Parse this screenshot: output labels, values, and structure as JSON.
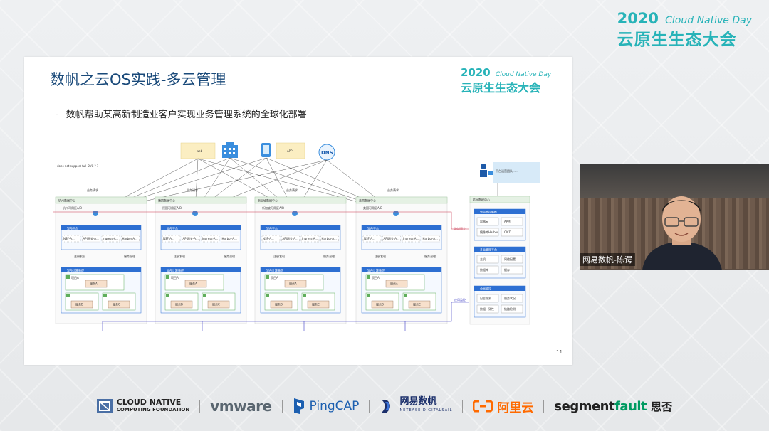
{
  "event": {
    "year": "2020",
    "subtitle_en": "Cloud Native Day",
    "title_cn": "云原生生态大会"
  },
  "slide": {
    "title": "数帆之云OS实践-多云管理",
    "bullet": "数帆帮助某高新制造业客户实现业务管理系统的全球化部署",
    "page_number": "11",
    "logo": {
      "year": "2020",
      "subtitle_en": "Cloud Native Day",
      "title_cn": "云原生生态大会"
    },
    "diagram": {
      "top_nodes": [
        "web",
        "APP",
        "DNS"
      ],
      "note": "does not support full DVC ? ?",
      "operator_label": "平台运营团队……",
      "regions": [
        {
          "title": "杭州数据中心",
          "req": "业务请求",
          "zone": "杭州可用区A/B"
        },
        {
          "title": "德国数据中心",
          "req": "业务请求",
          "zone": "德国可用区A/B"
        },
        {
          "title": "新加坡数据中心",
          "req": "业务请求",
          "zone": "新加坡可用区A/B"
        },
        {
          "title": "美国数据中心",
          "req": "业务请求",
          "zone": "美国可用区A/B"
        }
      ],
      "platform_label": "轻舟平台",
      "components": [
        "NSF-A...",
        "API网关-A...",
        "Ingress-A...",
        "Harbor-A..."
      ],
      "cluster_label": "轻舟计算集群",
      "pod_labels": [
        "项目A",
        "服务A",
        "服务B",
        "服务C"
      ],
      "side_flows": [
        "注册发现",
        "服务治理",
        "跨域同步",
        "应用监控"
      ],
      "mgmt": {
        "title": "杭州数据中心",
        "panels": [
          {
            "title": "轻舟管控集群",
            "items": [
              "容器云",
              "APM",
              "镜像库Harbor",
              "CICD"
            ]
          },
          {
            "title": "多云管理平台",
            "items": [
              "主机",
              "网络配置",
              "数据库",
              "缓存"
            ]
          },
          {
            "title": "全局监控",
            "items": [
              "日志搜索",
              "服务状况",
              "数据一致性",
              "链路检测"
            ]
          }
        ]
      }
    }
  },
  "speaker": {
    "name_tag": "网易数帆-陈谔"
  },
  "sponsors": {
    "cncf_line1": "CLOUD NATIVE",
    "cncf_line2": "COMPUTING FOUNDATION",
    "vmware": "vmware",
    "pingcap": "PingCAP",
    "netease_cn": "网易数帆",
    "netease_en": "NETEASE DIGITALSAIL",
    "aliyun": "阿里云",
    "segment_a": "segment",
    "segment_b": "fault",
    "sifou": "思否"
  },
  "colors": {
    "accent": "#27b3b8",
    "title_blue": "#1a4a7a",
    "panel_blue": "#2d6fd2",
    "region_green": "#5fae5b",
    "aliyun_orange": "#ff6a00"
  }
}
